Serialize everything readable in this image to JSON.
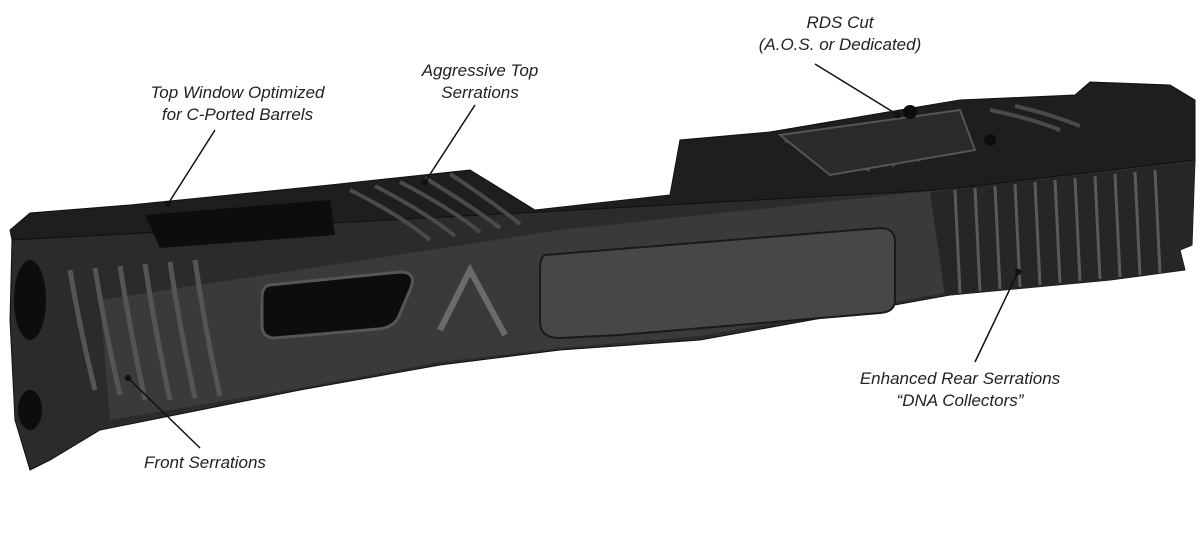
{
  "diagram": {
    "callouts": {
      "rds_cut": {
        "line1": "RDS Cut",
        "line2": "(A.O.S. or Dedicated)"
      },
      "aggressive_top": {
        "line1": "Aggressive Top",
        "line2": "Serrations"
      },
      "top_window": {
        "line1": "Top Window Optimized",
        "line2": "for C-Ported Barrels"
      },
      "rear_serrations": {
        "line1": "Enhanced Rear Serrations",
        "line2": "“DNA Collectors”"
      },
      "front_serrations": {
        "line1": "Front Serrations"
      }
    },
    "colors": {
      "slide_body": "#2b2b2b",
      "slide_side": "#3a3a3a",
      "slide_top": "#1e1e1e",
      "window": "#0d0d0d",
      "panel": "#474747",
      "highlight": "#6a6a6a",
      "leader": "#111111",
      "text": "#222222",
      "background": "#ffffff"
    }
  }
}
